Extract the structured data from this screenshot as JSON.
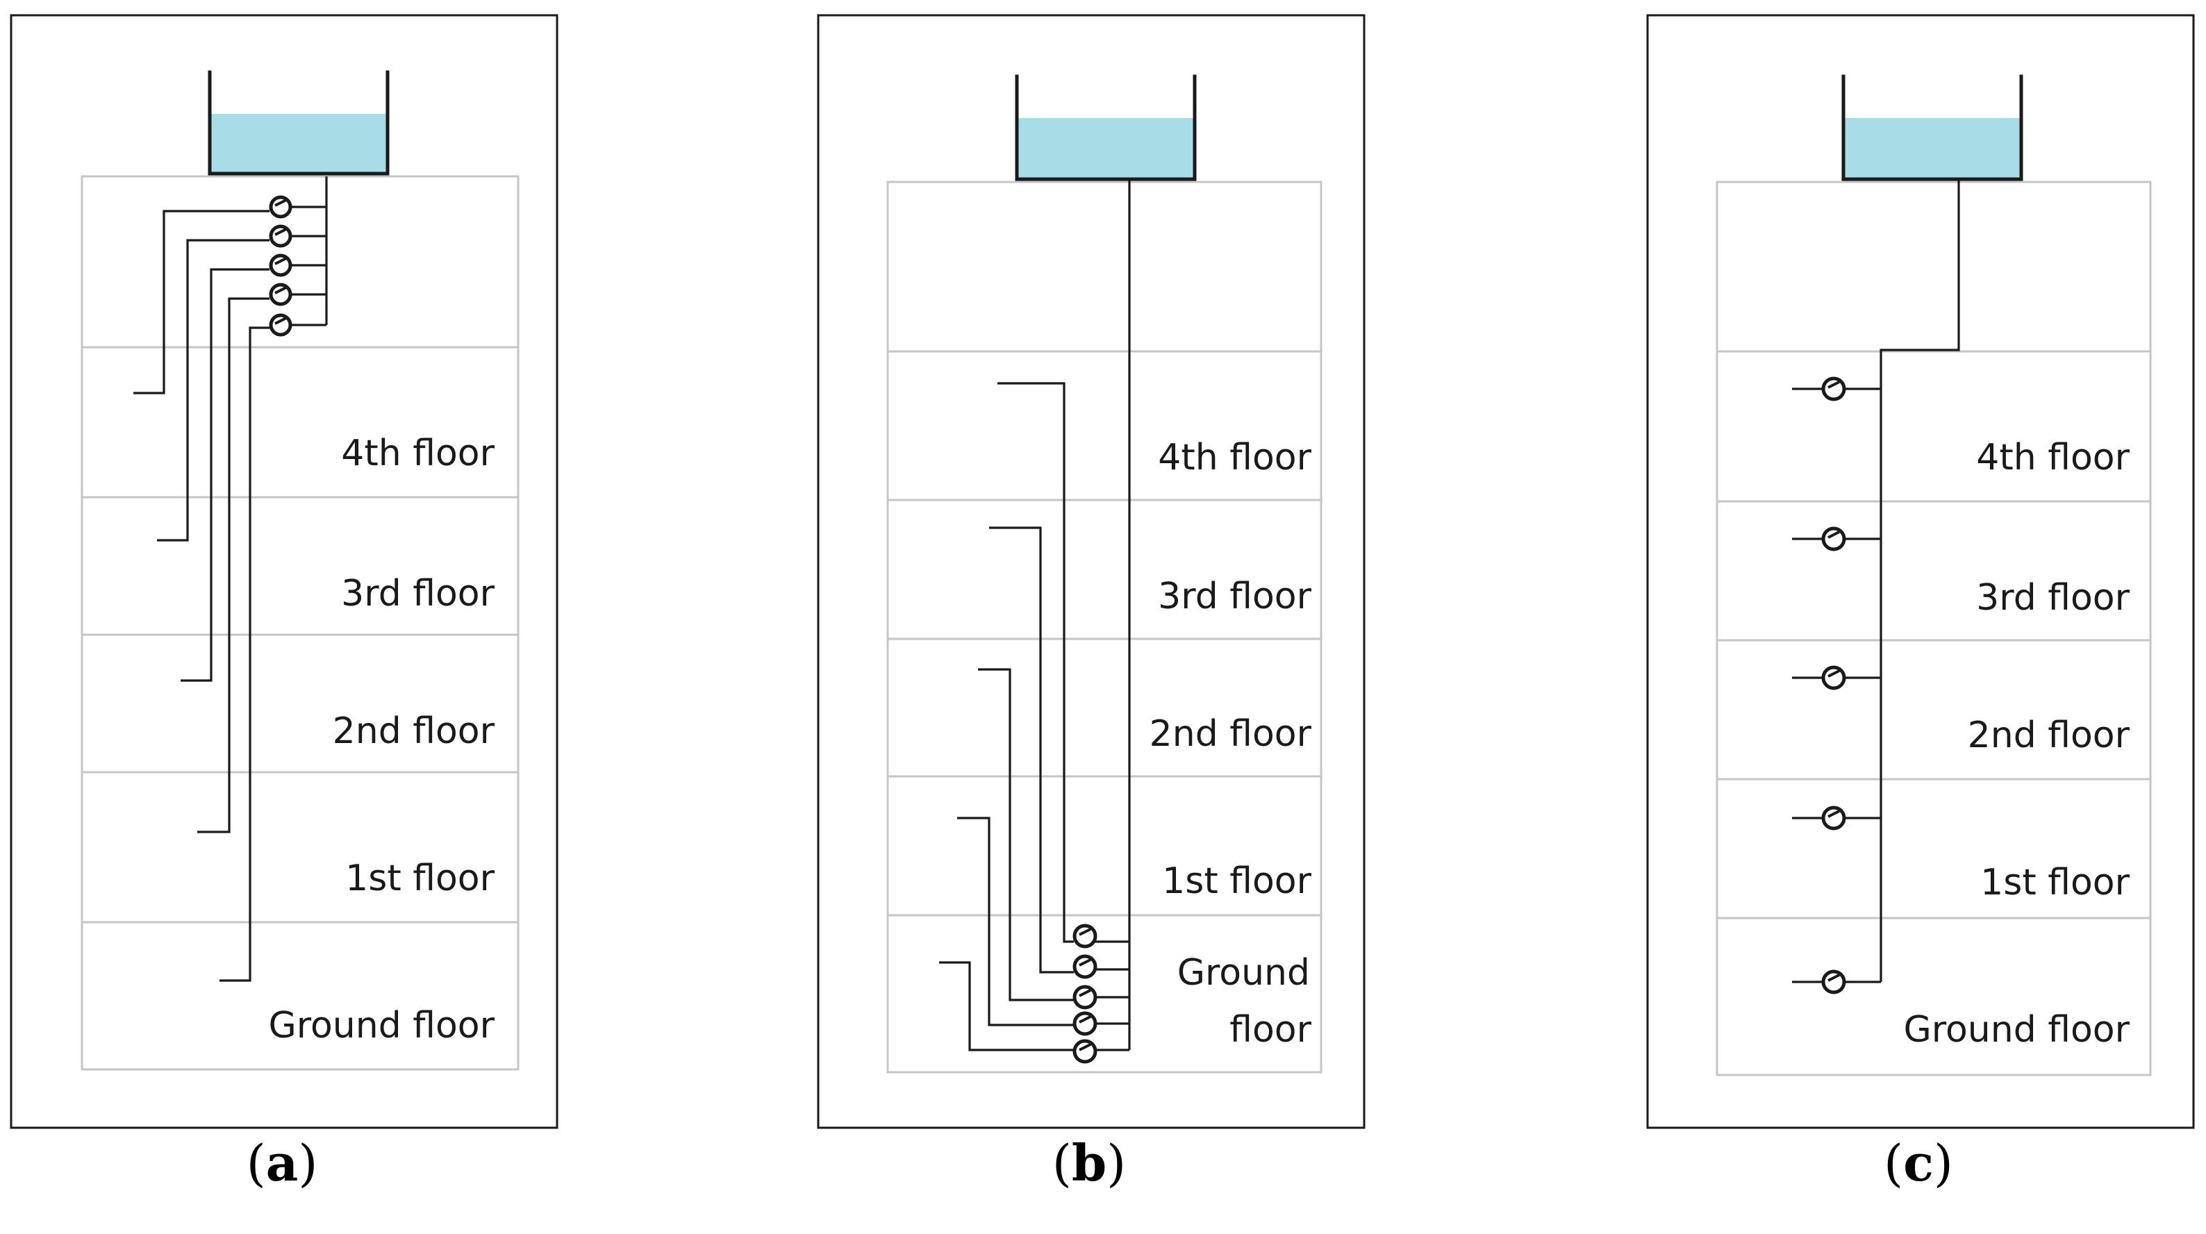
{
  "panels": [
    {
      "id": "a",
      "caption_open": "(",
      "caption_letter": "a",
      "caption_close": ")",
      "floor_labels": [
        "4th floor",
        "3rd floor",
        "2nd floor",
        "1st  floor",
        "Ground floor"
      ],
      "meter_location": "top floor, next to the tank",
      "meter_count": 5
    },
    {
      "id": "b",
      "caption_open": "(",
      "caption_letter": "b",
      "caption_close": ")",
      "floor_labels": [
        "4th floor",
        "3rd floor",
        "2nd floor",
        "1st  floor",
        "Ground",
        "floor"
      ],
      "meter_location": "ground floor",
      "meter_count": 5
    },
    {
      "id": "c",
      "caption_open": "(",
      "caption_letter": "c",
      "caption_close": ")",
      "floor_labels": [
        "4th floor",
        "3rd floor",
        "2nd floor",
        "1st  floor",
        "Ground floor"
      ],
      "meter_location": "on each floor",
      "meter_count": 5
    }
  ],
  "colors": {
    "water": "#a8dde8",
    "building_outline": "#c6c6c6",
    "pipe": "#1a1a1a",
    "frame": "#1a1a1a"
  },
  "icons": {
    "meter": "water-meter-icon",
    "tank": "water-tank-icon"
  }
}
